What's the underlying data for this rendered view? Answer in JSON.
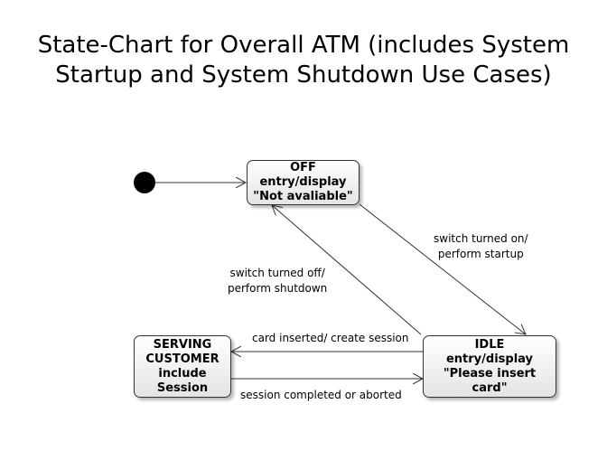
{
  "title": {
    "line1": "State-Chart for Overall ATM (includes System",
    "line2": "Startup and System Shutdown Use Cases)"
  },
  "states": {
    "off": {
      "name": "OFF",
      "line2": "entry/display",
      "line3": "\"Not avaliable\""
    },
    "idle": {
      "name": "IDLE",
      "line2": "entry/display",
      "line3": "\"Please insert",
      "line4": "card\""
    },
    "serving": {
      "name": "SERVING",
      "line2": "CUSTOMER",
      "line3": "include",
      "line4": "Session"
    }
  },
  "transitions": {
    "switch_on": {
      "line1": "switch turned on/",
      "line2": "perform startup"
    },
    "switch_off": {
      "line1": "switch turned off/",
      "line2": "perform shutdown"
    },
    "card_inserted": "card inserted/ create session",
    "session_completed": "session completed or aborted"
  },
  "colors": {
    "line": "#333333",
    "fill_top": "#ffffff",
    "fill_bottom": "#e4e4e4"
  }
}
